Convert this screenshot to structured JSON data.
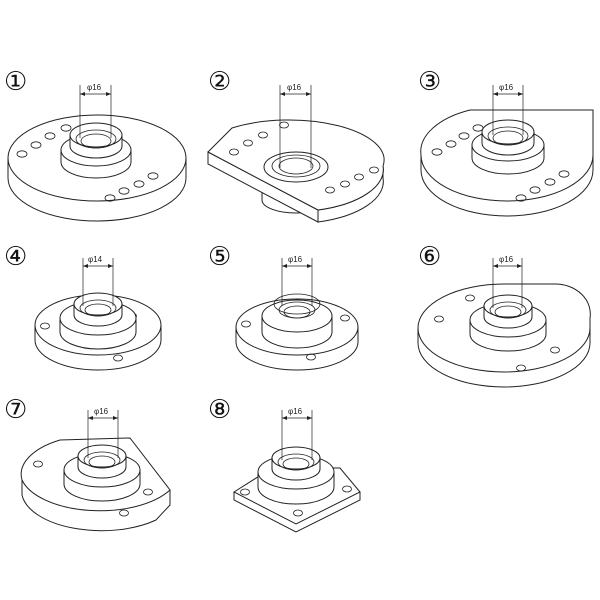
{
  "items": [
    {
      "number": "①",
      "dim_label": "φ16"
    },
    {
      "number": "②",
      "dim_label": "φ16"
    },
    {
      "number": "③",
      "dim_label": "φ16"
    },
    {
      "number": "④",
      "dim_label": "φ14"
    },
    {
      "number": "⑤",
      "dim_label": "φ16"
    },
    {
      "number": "⑥",
      "dim_label": "φ16"
    },
    {
      "number": "⑦",
      "dim_label": "φ16"
    },
    {
      "number": "⑧",
      "dim_label": "φ16"
    }
  ]
}
